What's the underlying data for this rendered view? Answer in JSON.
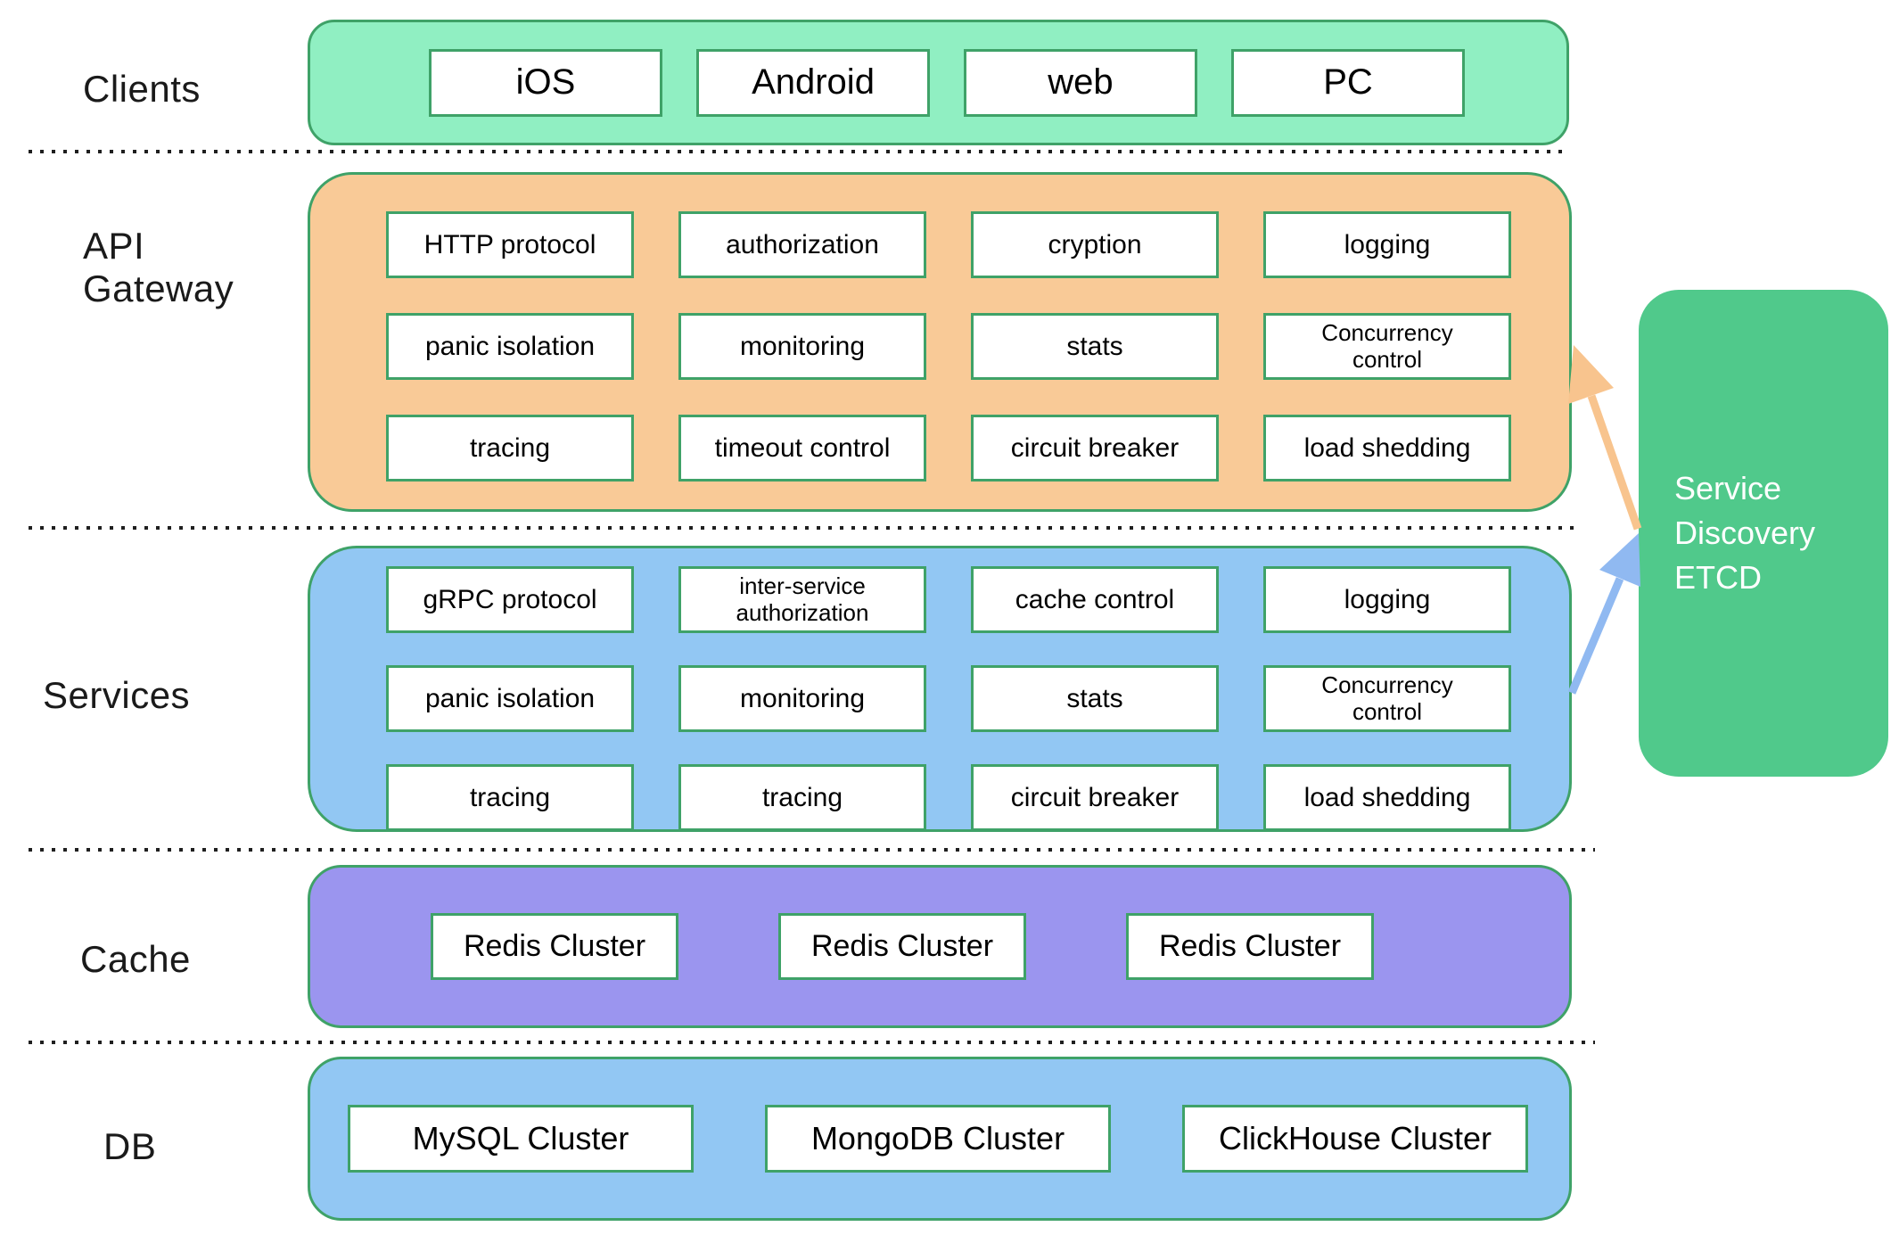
{
  "colors": {
    "clients_fill": "#90efc2",
    "gateway_fill": "#f9ca97",
    "services_fill": "#92c7f3",
    "cache_fill": "#9b95ef",
    "db_fill": "#92c7f3",
    "etcd_fill": "#50c98b",
    "box_border": "#3fa268",
    "arrow_orange": "#f8c48e",
    "arrow_blue": "#90b9f1",
    "separator_dot": "#1f1f1f",
    "label_text": "#1a1a1a",
    "cell_text": "#000000",
    "etcd_text": "#ffffff"
  },
  "layers": {
    "clients": {
      "label": "Clients",
      "items": [
        "iOS",
        "Android",
        "web",
        "PC"
      ]
    },
    "api_gateway": {
      "label": "API Gateway",
      "label_lines": [
        "API",
        "Gateway"
      ],
      "items": [
        "HTTP protocol",
        "authorization",
        "cryption",
        "logging",
        "panic isolation",
        "monitoring",
        "stats",
        "Concurrency control",
        "tracing",
        "timeout control",
        "circuit breaker",
        "load shedding"
      ]
    },
    "services": {
      "label": "Services",
      "items": [
        "gRPC protocol",
        "inter-service authorization",
        "cache control",
        "logging",
        "panic isolation",
        "monitoring",
        "stats",
        "Concurrency control",
        "tracing",
        "tracing",
        "circuit breaker",
        "load shedding"
      ]
    },
    "cache": {
      "label": "Cache",
      "items": [
        "Redis Cluster",
        "Redis Cluster",
        "Redis Cluster"
      ]
    },
    "db": {
      "label": "DB",
      "items": [
        "MySQL Cluster",
        "MongoDB Cluster",
        "ClickHouse Cluster"
      ]
    }
  },
  "service_discovery": {
    "label": "Service Discovery ETCD",
    "label_lines": [
      "Service",
      "Discovery",
      "ETCD"
    ]
  },
  "arrows": [
    {
      "name": "etcd-to-gateway",
      "color": "#f8c48e",
      "from": "Service Discovery ETCD",
      "to": "API Gateway"
    },
    {
      "name": "services-to-etcd",
      "color": "#90b9f1",
      "from": "Services",
      "to": "Service Discovery ETCD"
    }
  ]
}
